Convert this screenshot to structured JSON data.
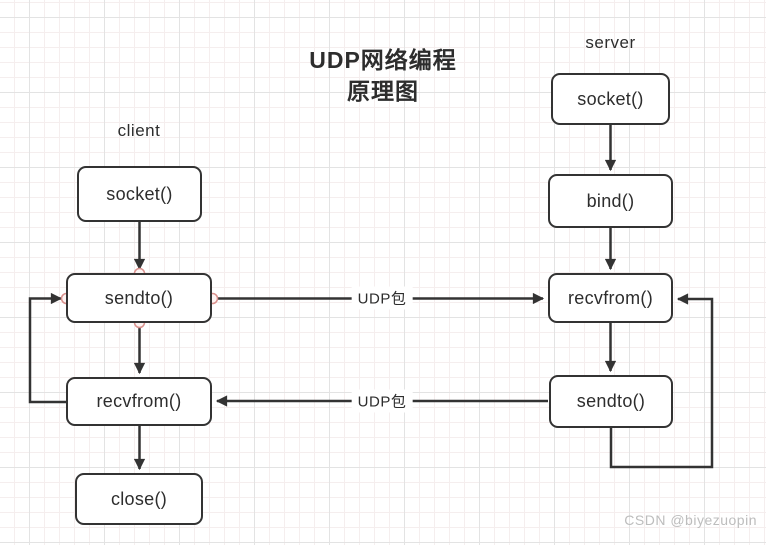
{
  "title": {
    "line1": "UDP网络编程",
    "line2": "原理图"
  },
  "labels": {
    "client": "client",
    "server": "server"
  },
  "nodes": {
    "client_socket": "socket()",
    "client_sendto": "sendto()",
    "client_recvfrom": "recvfrom()",
    "client_close": "close()",
    "server_socket": "socket()",
    "server_bind": "bind()",
    "server_recvfrom": "recvfrom()",
    "server_sendto": "sendto()"
  },
  "edges": {
    "top_label": "UDP包",
    "bottom_label": "UDP包"
  },
  "watermark": "CSDN @biyezuopin",
  "colors": {
    "stroke": "#333333",
    "text": "#2d2d2d",
    "cp-fill": "#fdf4f3",
    "cp-stroke": "#d9908c",
    "watermark": "#bdbdbd"
  }
}
